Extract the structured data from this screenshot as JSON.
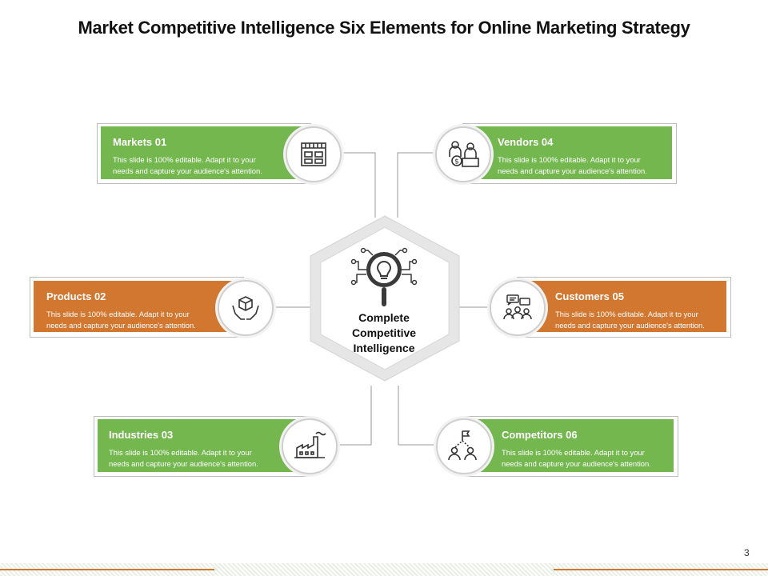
{
  "page_title": "Market Competitive Intelligence Six Elements for Online Marketing Strategy",
  "center": {
    "label_line1": "Complete",
    "label_line2": "Competitive",
    "label_line3": "Intelligence"
  },
  "elements": [
    {
      "title": "Markets  01",
      "text_line1": "This slide is 100% editable.  Adapt it to your",
      "text_line2": "needs and capture your audience's attention.",
      "color": "#74b74f",
      "icon": "market-stall-icon"
    },
    {
      "title": "Vendors  04",
      "text_line1": "This slide is 100% editable.  Adapt it to your",
      "text_line2": "needs and capture your audience's attention.",
      "color": "#74b74f",
      "icon": "vendor-people-icon"
    },
    {
      "title": "Products  02",
      "text_line1": "This slide is 100% editable.  Adapt it to your",
      "text_line2": "needs and capture your audience's attention.",
      "color": "#d2772f",
      "icon": "product-box-hands-icon"
    },
    {
      "title": "Customers  05",
      "text_line1": "This slide is 100% editable.  Adapt it to your",
      "text_line2": "needs and capture your audience's attention.",
      "color": "#d2772f",
      "icon": "customers-chat-icon"
    },
    {
      "title": "Industries  03",
      "text_line1": "This slide is 100% editable.  Adapt it to your",
      "text_line2": "needs and capture your audience's attention.",
      "color": "#74b74f",
      "icon": "factory-icon"
    },
    {
      "title": "Competitors 06",
      "text_line1": "This slide is 100% editable.  Adapt it to your",
      "text_line2": "needs and capture your audience's attention.",
      "color": "#74b74f",
      "icon": "competitors-flag-icon"
    }
  ],
  "page_number": "3"
}
